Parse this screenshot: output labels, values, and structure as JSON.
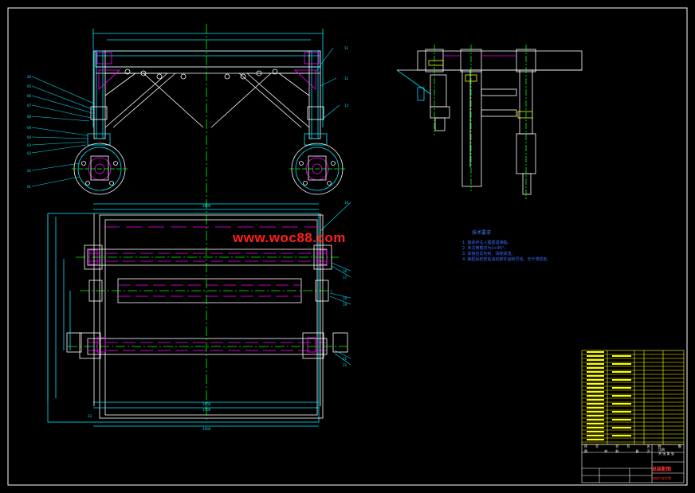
{
  "watermark": "www.woc88.com",
  "notes": {
    "title": "技术要求",
    "items": [
      "1. 轴承中注入锂基润滑脂。",
      "2. 未注倒角均为1×45°。",
      "3. 焊接后去毛刺、清除焊渣。",
      "4. 装配后检查各运动部件运转灵活，无卡滞现象。"
    ]
  },
  "title_block": {
    "drawing_name": "总装配图",
    "scale_line1": "比例",
    "scale_line2": "共 张 第 张",
    "column_headers": "序号 代号 名称 数量 材料 备注",
    "school": "机械工程学院"
  },
  "colors": {
    "background": "#000000",
    "frame": "#ffffff",
    "part_lines": "#00ffff",
    "hidden_lines": "#ff00ff",
    "centerlines": "#00ff00",
    "dimensions": "#00ffff",
    "highlight": "#ffff00",
    "text": "#3a6bff",
    "watermark": "#ff2020"
  }
}
